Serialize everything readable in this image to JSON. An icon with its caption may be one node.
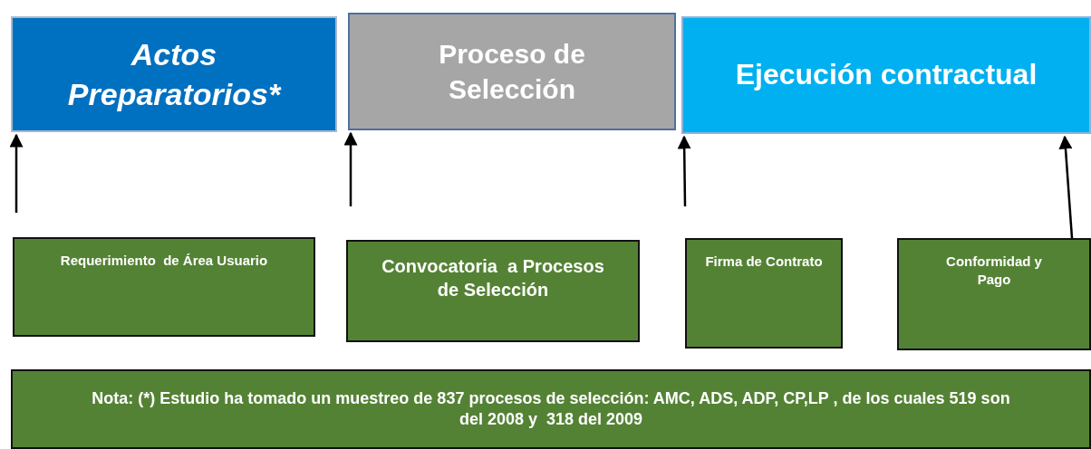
{
  "diagram": {
    "nodes": [
      {
        "text": [
          "Actos Preparatorios*"
        ]
      },
      {
        "text": [
          "Proceso de Selección"
        ]
      },
      {
        "text": [
          "Ejecución contractual"
        ]
      },
      {
        "text": [
          "Requerimiento  de Área Usuario"
        ]
      },
      {
        "text": [
          "Convocatoria  a Procesos de Selección"
        ]
      },
      {
        "text": [
          "Firma de Contrato"
        ]
      },
      {
        "text": [
          "Conformidad y Pago"
        ]
      },
      {
        "text": [
          "Nota: (*) Estudio ha tomado un muestreo de 837 procesos de selección: AMC, ADS, ADP, CP,LP , de los cuales 519 son del 2008 y  318 del 2009"
        ]
      }
    ],
    "edges": [
      {
        "from": null,
        "to": 0,
        "arrow": "to"
      },
      {
        "from": null,
        "to": 1,
        "arrow": "to"
      },
      {
        "from": null,
        "to": 2,
        "arrow": "to"
      },
      {
        "from": 6,
        "to": 2,
        "arrow": "to"
      }
    ]
  }
}
